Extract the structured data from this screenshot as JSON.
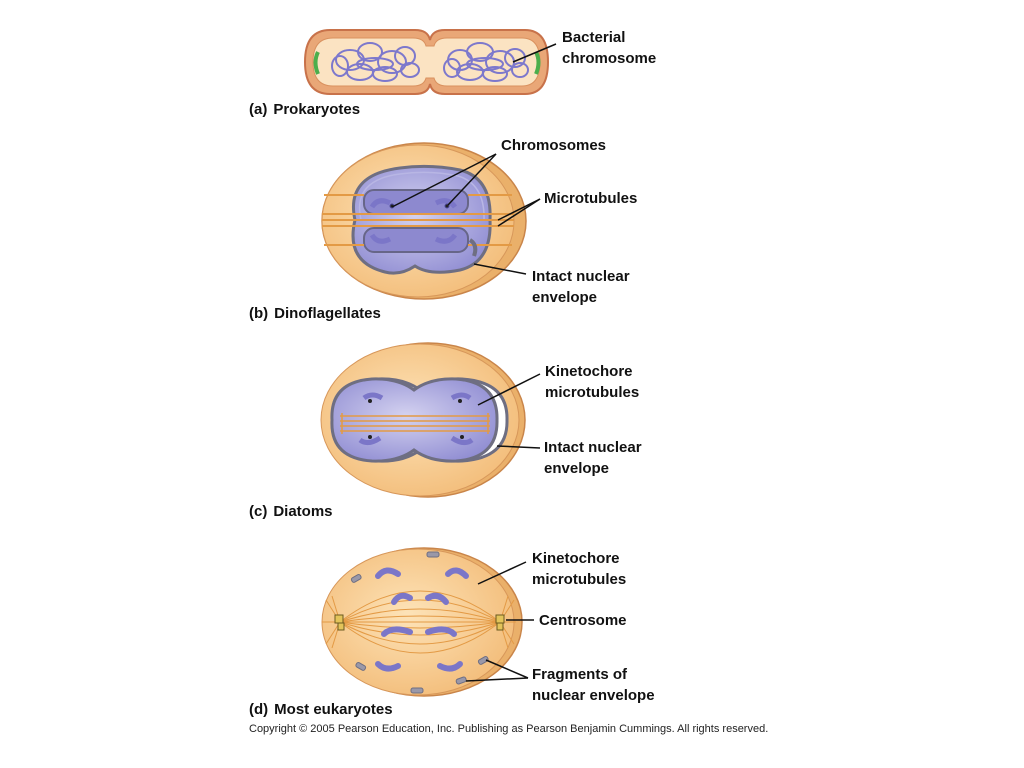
{
  "panels": {
    "a": {
      "tag": "(a)",
      "caption": "Prokaryotes",
      "labels": [
        "Bacterial\nchromosome"
      ]
    },
    "b": {
      "tag": "(b)",
      "caption": "Dinoflagellates",
      "labels": [
        "Chromosomes",
        "Microtubules",
        "Intact nuclear\nenvelope"
      ]
    },
    "c": {
      "tag": "(c)",
      "caption": "Diatoms",
      "labels": [
        "Kinetochore\nmicrotubules",
        "Intact nuclear\nenvelope"
      ]
    },
    "d": {
      "tag": "(d)",
      "caption": "Most eukaryotes",
      "labels": [
        "Kinetochore\nmicrotubules",
        "Centrosome",
        "Fragments of\nnuclear envelope"
      ]
    }
  },
  "copyright": "Copyright © 2005 Pearson Education, Inc. Publishing as Pearson Benjamin Cummings. All rights reserved.",
  "colors": {
    "cytoplasm": "#f6c98b",
    "cell_wall": "#e8a55a",
    "cell_edge": "#c9764a",
    "nucleus": "#9b99d8",
    "chromosome": "#8c86d0",
    "microtubule": "#e39a45",
    "envelope": "#7a7a88"
  }
}
